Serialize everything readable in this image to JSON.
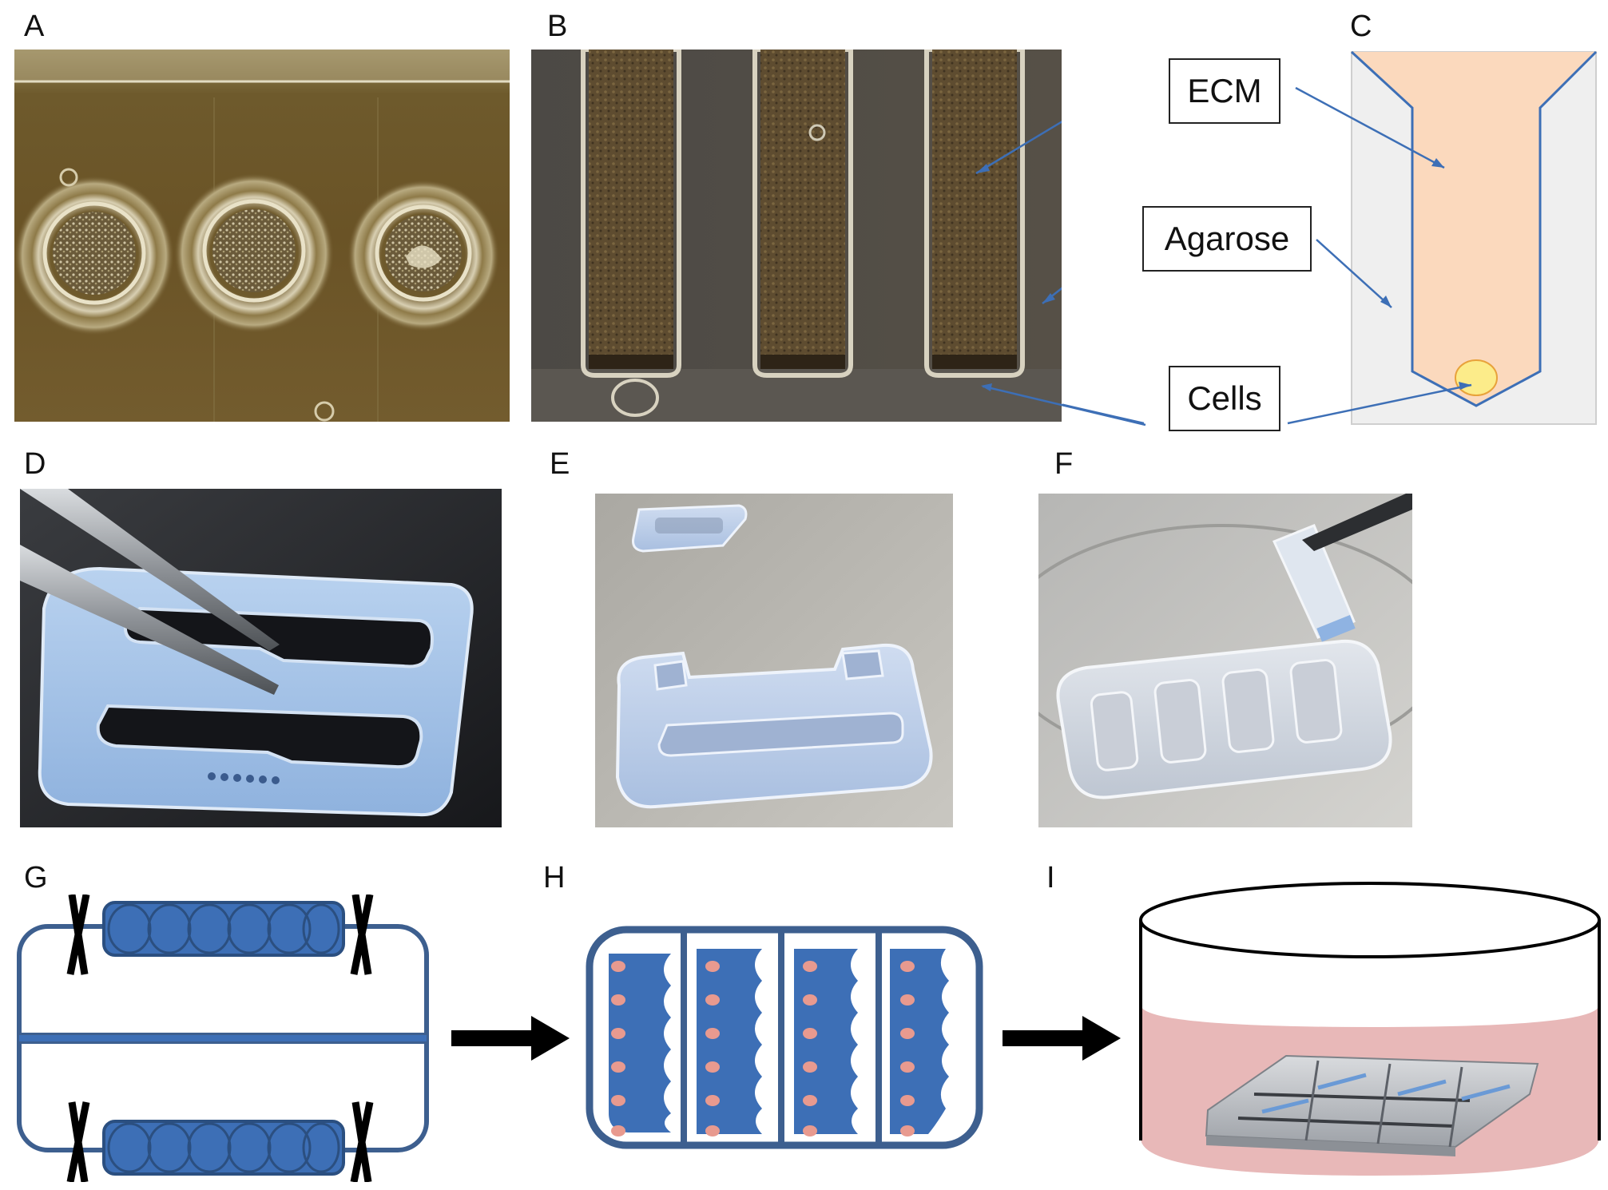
{
  "panels": {
    "a": "A",
    "b": "B",
    "c": "C",
    "d": "D",
    "e": "E",
    "f": "F",
    "g": "G",
    "h": "H",
    "i": "I"
  },
  "callouts": {
    "ecm": "ECM",
    "agarose": "Agarose",
    "cells": "Cells"
  },
  "colors": {
    "diagram_blue": "#3d6fb6",
    "diagram_outline": "#3d5f8f",
    "ecm_fill": "#fbd9bd",
    "agarose_fill": "#efefef",
    "cells_fill": "#fcec8a",
    "medium_pink": "#e8b8b8",
    "dot_pink": "#e89a8f",
    "arrow_black": "#000000"
  },
  "icons": [
    "arrow-right-icon",
    "clamp-x-icon"
  ]
}
